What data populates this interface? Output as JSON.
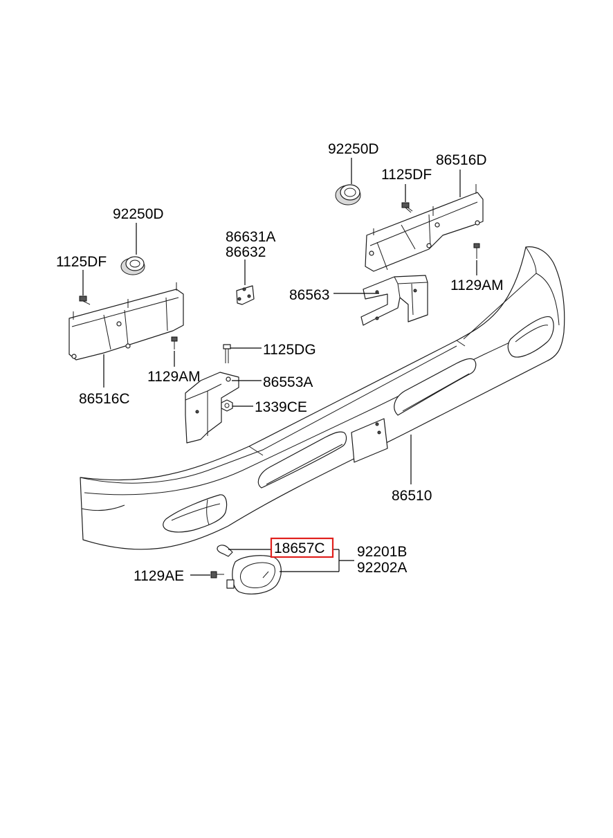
{
  "labels": {
    "p92250D_right": "92250D",
    "p86516D": "86516D",
    "p1125DF_right": "1125DF",
    "p1129AM_right": "1129AM",
    "p92250D_left": "92250D",
    "p86631A": "86631A",
    "p86632": "86632",
    "p1125DF_left": "1125DF",
    "p86563": "86563",
    "p1125DG": "1125DG",
    "p86553A": "86553A",
    "p1339CE": "1339CE",
    "p1129AM_left": "1129AM",
    "p86516C": "86516C",
    "p86510": "86510",
    "p18657C": "18657C",
    "p92201B": "92201B",
    "p92202A": "92202A",
    "p1129AE": "1129AE"
  },
  "highlight": {
    "part": "18657C",
    "color": "#e0201c"
  }
}
